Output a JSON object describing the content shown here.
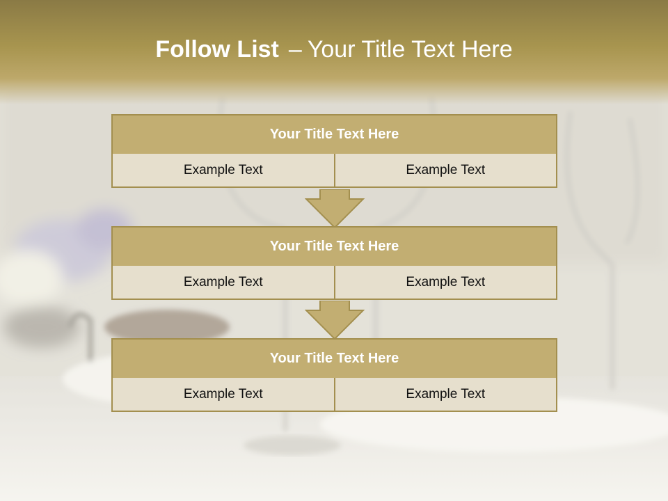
{
  "title": {
    "bold": "Follow List",
    "separator": "–",
    "rest": "Your Title Text Here"
  },
  "steps": [
    {
      "title": "Your Title Text Here",
      "cells": [
        "Example Text",
        "Example Text"
      ]
    },
    {
      "title": "Your Title Text Here",
      "cells": [
        "Example Text",
        "Example Text"
      ]
    },
    {
      "title": "Your Title Text Here",
      "cells": [
        "Example Text",
        "Example Text"
      ]
    }
  ],
  "colors": {
    "header_band": "#a8954f",
    "box_fill": "#c2ae72",
    "box_border": "#a38f4f",
    "cell_fill": "#e6dfcd"
  }
}
